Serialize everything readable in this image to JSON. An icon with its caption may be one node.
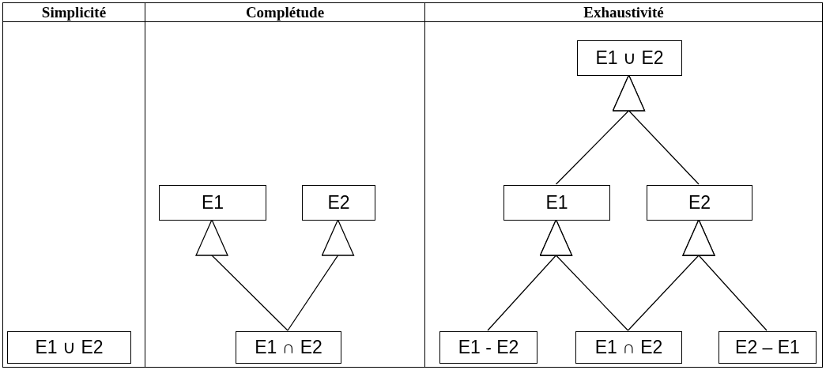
{
  "diagram": {
    "nodes": [
      {
        "text": [
          "Simplicité"
        ]
      },
      {
        "text": [
          "Complétude"
        ]
      },
      {
        "text": [
          "Exhaustivité"
        ]
      },
      {
        "text": [
          "E1 ∪ E2"
        ],
        "in": 0
      },
      {
        "text": [
          "E1"
        ],
        "in": 1
      },
      {
        "text": [
          "E2"
        ],
        "in": 1
      },
      {
        "text": [
          "E1 ∩ E2"
        ],
        "in": 1
      },
      {
        "text": [
          "E1 ∪ E2"
        ],
        "in": 2
      },
      {
        "text": [
          "E1"
        ],
        "in": 2
      },
      {
        "text": [
          "E2"
        ],
        "in": 2
      },
      {
        "text": [
          "E1 - E2"
        ],
        "in": 2
      },
      {
        "text": [
          "E1 ∩ E2"
        ],
        "in": 2
      },
      {
        "text": [
          "E2 – E1"
        ],
        "in": 2
      }
    ],
    "edges": [
      {
        "from": 6,
        "to": 4,
        "arrow": "to"
      },
      {
        "from": 6,
        "to": 5,
        "arrow": "to"
      },
      {
        "from": 8,
        "to": 7,
        "arrow": "to"
      },
      {
        "from": 9,
        "to": 7,
        "arrow": "to"
      },
      {
        "from": 10,
        "to": 8,
        "arrow": "to"
      },
      {
        "from": 11,
        "to": 8,
        "arrow": "to"
      },
      {
        "from": 11,
        "to": 9,
        "arrow": "to"
      },
      {
        "from": 12,
        "to": 9,
        "arrow": "to"
      }
    ]
  }
}
